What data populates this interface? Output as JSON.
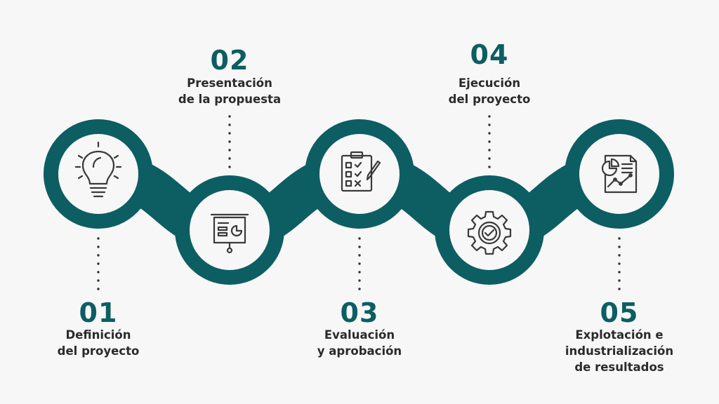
{
  "colors": {
    "accent": "#0c5e63",
    "text": "#2b2b2b",
    "icon": "#3a3a3a",
    "background": "#f7f7f7",
    "dots": "#333333"
  },
  "steps": [
    {
      "number": "01",
      "title": "Definición\ndel proyecto",
      "icon": "lightbulb-icon"
    },
    {
      "number": "02",
      "title": "Presentación\nde la propuesta",
      "icon": "presentation-board-icon"
    },
    {
      "number": "03",
      "title": "Evaluación\ny aprobación",
      "icon": "clipboard-checklist-icon"
    },
    {
      "number": "04",
      "title": "Ejecución\ndel proyecto",
      "icon": "gear-check-icon"
    },
    {
      "number": "05",
      "title": "Explotación e\nindustrialización\nde resultados",
      "icon": "report-chart-icon"
    }
  ]
}
